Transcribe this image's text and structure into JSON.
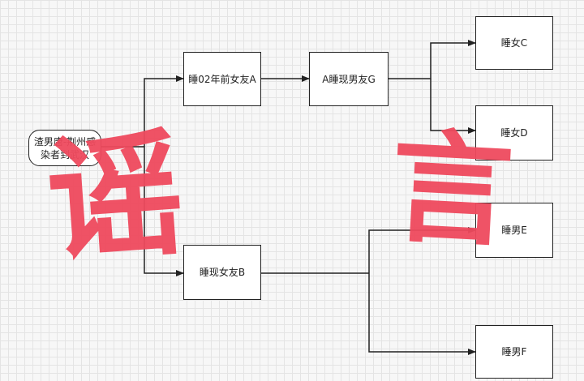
{
  "diagram": {
    "nodes": {
      "start": "渣男唐-荆州感染者到武汉",
      "gf_a": "睡02年前女友A",
      "bf_g": "A睡现男友G",
      "gf_b": "睡现女友B",
      "f_c": "睡女C",
      "f_d": "睡女D",
      "m_e": "睡男E",
      "m_f": "睡男F"
    },
    "overlay_text": [
      "谣",
      "言"
    ],
    "colors": {
      "overlay": "#ef4a5e",
      "lines": "#222222",
      "grid": "#e4e4e4"
    }
  }
}
